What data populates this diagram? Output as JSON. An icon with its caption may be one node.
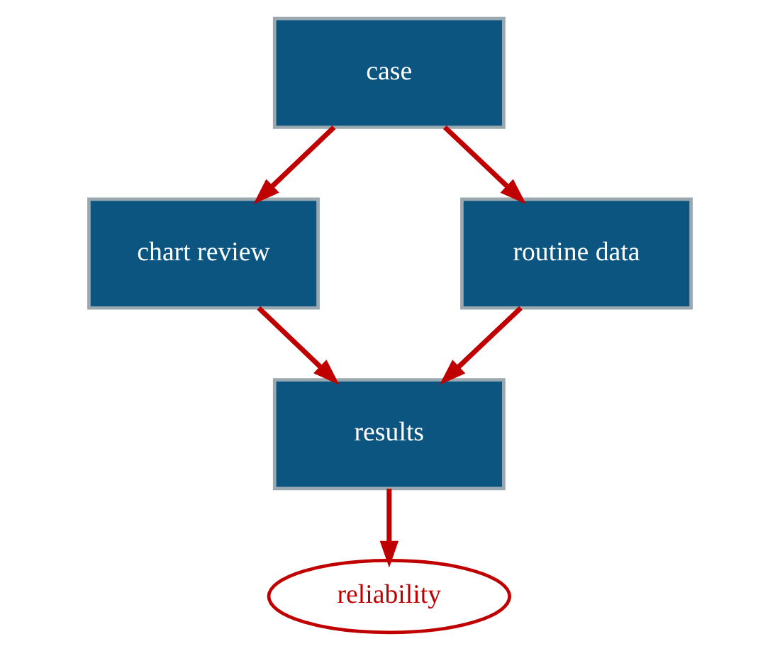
{
  "diagram": {
    "nodes": [
      {
        "text": [
          "case"
        ]
      },
      {
        "text": [
          "chart review"
        ]
      },
      {
        "text": [
          "routine data"
        ]
      },
      {
        "text": [
          "results"
        ]
      },
      {
        "text": [
          "reliability"
        ]
      }
    ],
    "edges": [
      {
        "from": 0,
        "to": 1,
        "arrow": "to"
      },
      {
        "from": 0,
        "to": 2,
        "arrow": "to"
      },
      {
        "from": 1,
        "to": 3,
        "arrow": "to"
      },
      {
        "from": 2,
        "to": 3,
        "arrow": "to"
      },
      {
        "from": 3,
        "to": 4,
        "arrow": "to"
      }
    ]
  }
}
